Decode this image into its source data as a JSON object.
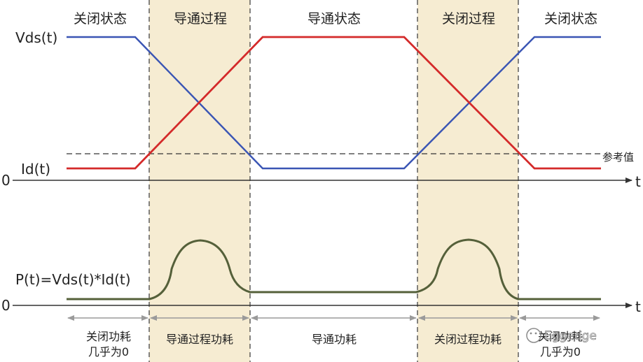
{
  "phases": [
    {
      "label": "关闭状态",
      "highlight": false
    },
    {
      "label": "导通过程",
      "highlight": true
    },
    {
      "label": "导通状态",
      "highlight": false
    },
    {
      "label": "关闭过程",
      "highlight": true
    },
    {
      "label": "关闭状态",
      "highlight": false
    }
  ],
  "signals": {
    "vds_label": "Vds(t)",
    "id_label": "Id(t)",
    "power_label": "P(t)=Vds(t)*Id(t)",
    "zero_top": "0",
    "zero_bottom": "0",
    "t_top": "t",
    "t_bottom": "t",
    "reference_label": "参考值"
  },
  "losses": [
    {
      "line1": "关闭功耗",
      "line2": "几乎为0"
    },
    {
      "line1": "导通过程功耗",
      "line2": ""
    },
    {
      "line1": "导通功耗",
      "line2": ""
    },
    {
      "line1": "关闭过程功耗",
      "line2": ""
    },
    {
      "line1": "关闭功耗",
      "line2": "几乎为0"
    }
  ],
  "watermark": "Eggedge",
  "colors": {
    "vds": "#3a55b4",
    "id": "#d42a2a",
    "power": "#55603a",
    "highlight": "#f6ecd2",
    "axis": "#333333"
  }
}
